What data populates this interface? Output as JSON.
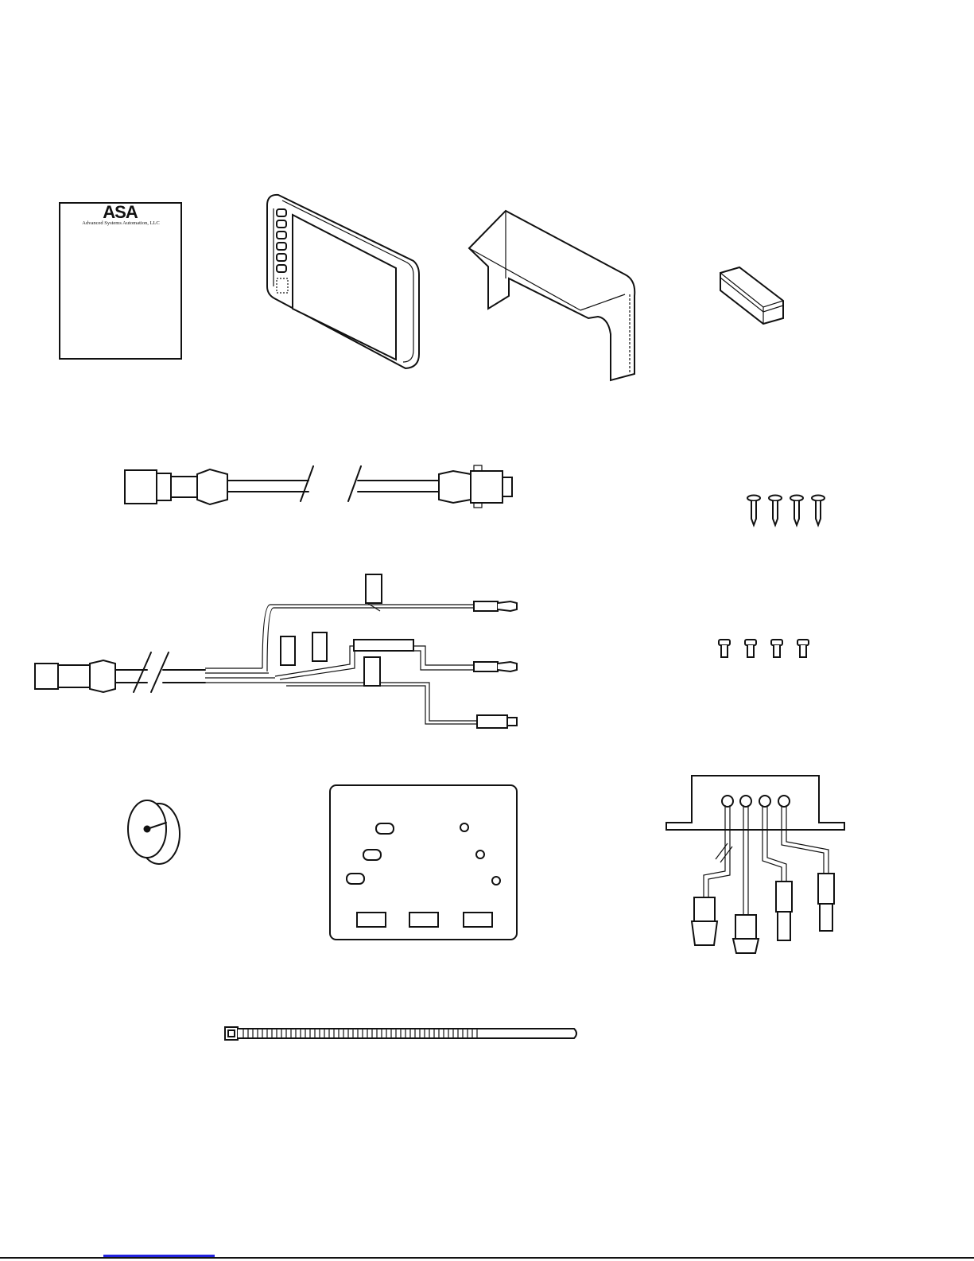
{
  "manual": {
    "logo_letters": "ASA",
    "logo_tagline": "Advanced Systems Automation, LLC"
  },
  "parts": [
    {
      "id": "operators-manual",
      "icon": "manual-icon"
    },
    {
      "id": "display-unit",
      "icon": "display-icon"
    },
    {
      "id": "sun-shield",
      "icon": "sun-shield-icon"
    },
    {
      "id": "adhesive-pads",
      "icon": "pads-icon"
    },
    {
      "id": "extension-cable",
      "icon": "cable-icon"
    },
    {
      "id": "long-screws",
      "icon": "screw-icon",
      "count": 4
    },
    {
      "id": "wiring-harness",
      "icon": "harness-icon"
    },
    {
      "id": "short-screws",
      "icon": "screw-icon",
      "count": 4
    },
    {
      "id": "grommet",
      "icon": "grommet-icon"
    },
    {
      "id": "mounting-plate",
      "icon": "plate-icon"
    },
    {
      "id": "bulkhead-connector-bracket",
      "icon": "bracket-icon"
    },
    {
      "id": "cable-tie",
      "icon": "cable-tie-icon"
    }
  ]
}
